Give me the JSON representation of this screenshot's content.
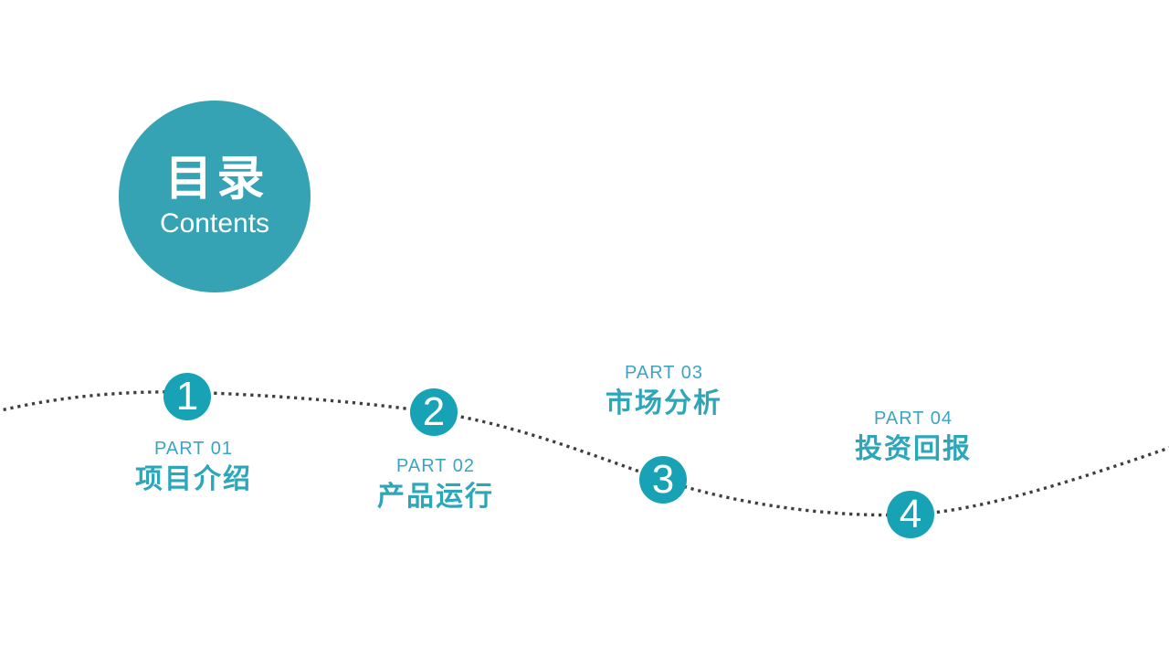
{
  "slide": {
    "title_circle": {
      "title": "目录",
      "subtitle": "Contents"
    },
    "items": [
      {
        "number": "1",
        "part_label": "PART 01",
        "title": "项目介绍",
        "label_position": "below"
      },
      {
        "number": "2",
        "part_label": "PART 02",
        "title": "产品运行",
        "label_position": "below"
      },
      {
        "number": "3",
        "part_label": "PART 03",
        "title": "市场分析",
        "label_position": "above"
      },
      {
        "number": "4",
        "part_label": "PART 04",
        "title": "投资回报",
        "label_position": "above"
      }
    ],
    "colors": {
      "big_circle": "#35a3b4",
      "node_circle": "#18a2b6",
      "part_label": "#3ba4c4",
      "item_title": "#2ea6ba",
      "dotted_line": "#3e3e3e",
      "circle_text": "#ffffff"
    }
  }
}
